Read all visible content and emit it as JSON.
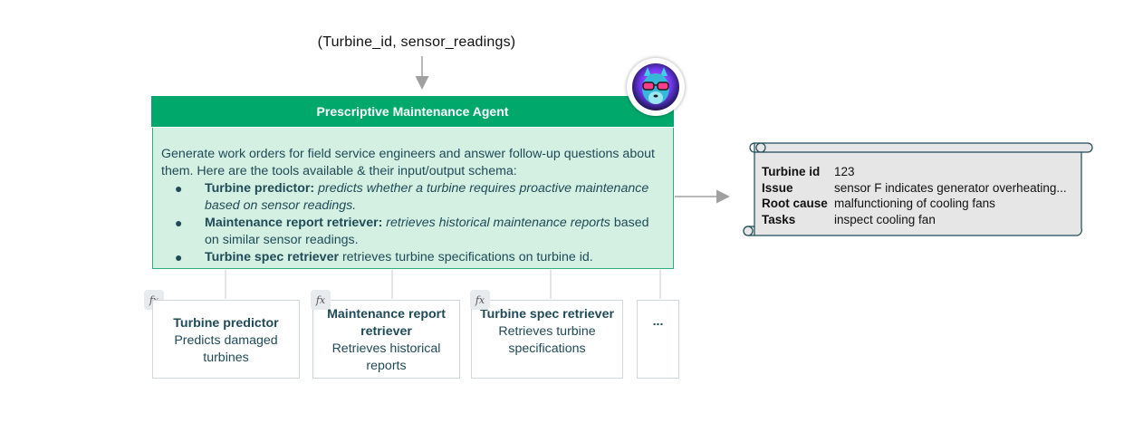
{
  "input": {
    "signature": "(Turbine_id, sensor_readings)"
  },
  "agent": {
    "title": "Prescriptive Maintenance Agent",
    "description": "Generate work orders for field service engineers and answer follow-up questions about them. Here are the tools available & their input/output schema:",
    "tools": [
      {
        "name": "Turbine predictor:",
        "desc_italic": "predicts whether a turbine requires proactive maintenance based on sensor readings.",
        "desc_plain": ""
      },
      {
        "name": "Maintenance report retriever:",
        "desc_italic": "retrieves historical maintenance reports",
        "desc_plain": "based on similar sensor readings."
      },
      {
        "name": "Turbine spec retriever",
        "desc_italic": "",
        "desc_plain": "retrieves turbine specifications on turbine id."
      }
    ]
  },
  "avatar": {
    "icon": "llama-with-sunglasses-avatar"
  },
  "tool_boxes": [
    {
      "title": "Turbine predictor",
      "subtitle": "Predicts damaged turbines",
      "badge": "fx"
    },
    {
      "title": "Maintenance report retriever",
      "subtitle": "Retrieves historical reports",
      "badge": "fx"
    },
    {
      "title": "Turbine spec retriever",
      "subtitle": "Retrieves turbine specifications",
      "badge": "fx"
    },
    {
      "title": "...",
      "subtitle": "",
      "badge": ""
    }
  ],
  "output": {
    "icon": "scroll-icon",
    "rows": [
      {
        "key": "Turbine id",
        "value": "123"
      },
      {
        "key": "Issue",
        "value": "sensor F indicates generator overheating..."
      },
      {
        "key": "Root cause",
        "value": "malfunctioning  of cooling fans"
      },
      {
        "key": "Tasks",
        "value": "inspect cooling fan"
      }
    ]
  },
  "colors": {
    "header_green": "#00a86b",
    "body_green": "#d4f0e3",
    "text_teal": "#1f4a57",
    "arrow_gray": "#a0a0a0",
    "scroll_fill": "#e6e6e6",
    "scroll_border": "#1f4a57"
  }
}
